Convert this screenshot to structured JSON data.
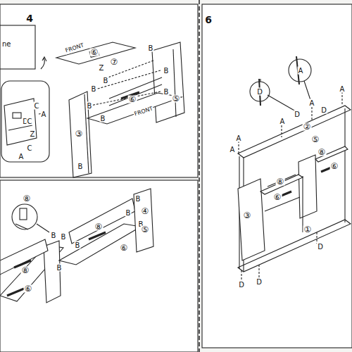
{
  "diagram": {
    "labels": [
      "4",
      "ne",
      "FRONT",
      "⑥",
      "⑦",
      "Z",
      "B",
      "B",
      "B",
      "B",
      "B",
      "B",
      "B",
      "③",
      "⑥",
      "FRONT",
      "⑤",
      "B",
      "C",
      "A",
      "C",
      "Z",
      "D",
      "C",
      "A",
      "⑧",
      "B",
      "B",
      "B",
      "⑧",
      "⑥",
      "B",
      "B",
      "B",
      "④",
      "⑤",
      "B",
      "⑧",
      "⑥",
      "6",
      "A",
      "D",
      "D",
      "A",
      "A",
      "A",
      "②",
      "⑤",
      "⑧",
      "A",
      "③",
      "⑧",
      "⑥",
      "⑥",
      "①",
      "D",
      "D",
      "D",
      "A",
      "D"
    ]
  }
}
